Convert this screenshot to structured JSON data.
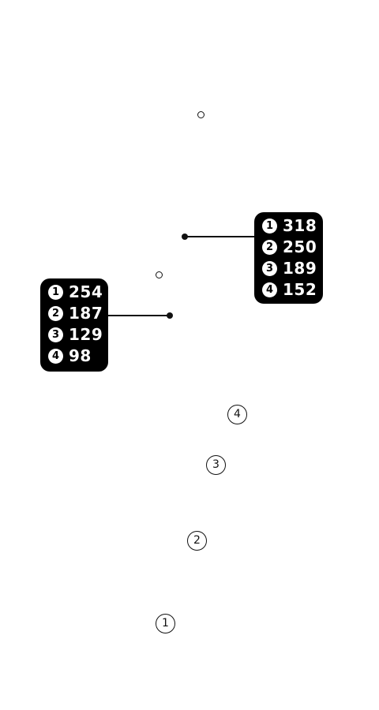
{
  "readout_right": {
    "rows": [
      {
        "index": "1",
        "value": "318"
      },
      {
        "index": "2",
        "value": "250"
      },
      {
        "index": "3",
        "value": "189"
      },
      {
        "index": "4",
        "value": "152"
      }
    ]
  },
  "readout_left": {
    "rows": [
      {
        "index": "1",
        "value": "254"
      },
      {
        "index": "2",
        "value": "187"
      },
      {
        "index": "3",
        "value": "129"
      },
      {
        "index": "4",
        "value": "98"
      }
    ]
  },
  "markers": [
    {
      "label": "4"
    },
    {
      "label": "3"
    },
    {
      "label": "2"
    },
    {
      "label": "1"
    }
  ],
  "colors": {
    "ink": "#111111",
    "panel": "#000000",
    "background": "#ffffff"
  }
}
